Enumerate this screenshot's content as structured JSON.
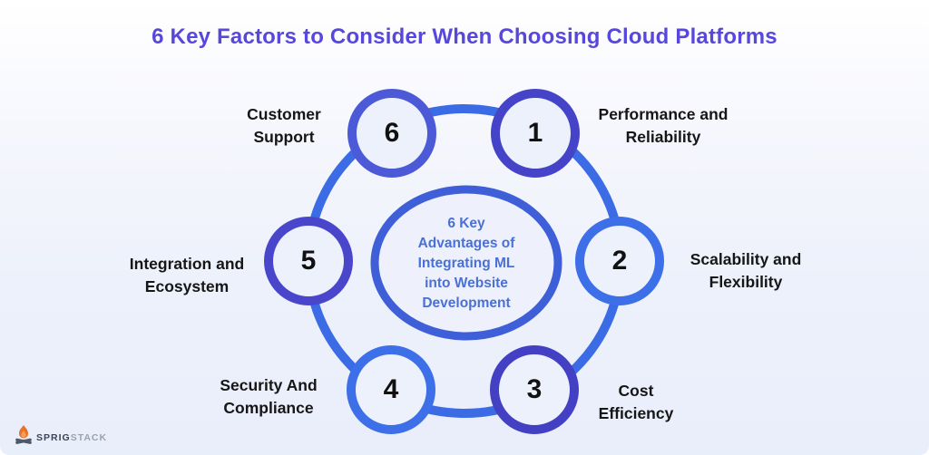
{
  "title": "6 Key Factors to Consider When Choosing Cloud Platforms",
  "center": {
    "text": "6 Key\nAdvantages of\nIntegrating ML\ninto Website\nDevelopment"
  },
  "nodes": [
    {
      "number": "1",
      "label": "Performance and\nReliability",
      "border": "#4544c8"
    },
    {
      "number": "2",
      "label": "Scalability and\nFlexibility",
      "border": "#3d6fe8"
    },
    {
      "number": "3",
      "label": "Cost\nEfficiency",
      "border": "#4340c4"
    },
    {
      "number": "4",
      "label": "Security And\nCompliance",
      "border": "#3d6fe8"
    },
    {
      "number": "5",
      "label": "Integration and\nEcosystem",
      "border": "#4a46cc"
    },
    {
      "number": "6",
      "label": "Customer\nSupport",
      "border": "#4c5ad8"
    }
  ],
  "logo": {
    "primary": "SPRIG",
    "secondary": "STACK"
  },
  "colors": {
    "title_text": "#5847dd",
    "ring": "#3b6ce6",
    "center_border": "#3f5fd9",
    "node_fill": "#edf1fb",
    "center_fill": "#eef1fb",
    "center_text": "#4a70d6",
    "label_text": "#161616",
    "number_text": "#111111",
    "flame": "#e8722a",
    "logs": "#4e5868"
  }
}
